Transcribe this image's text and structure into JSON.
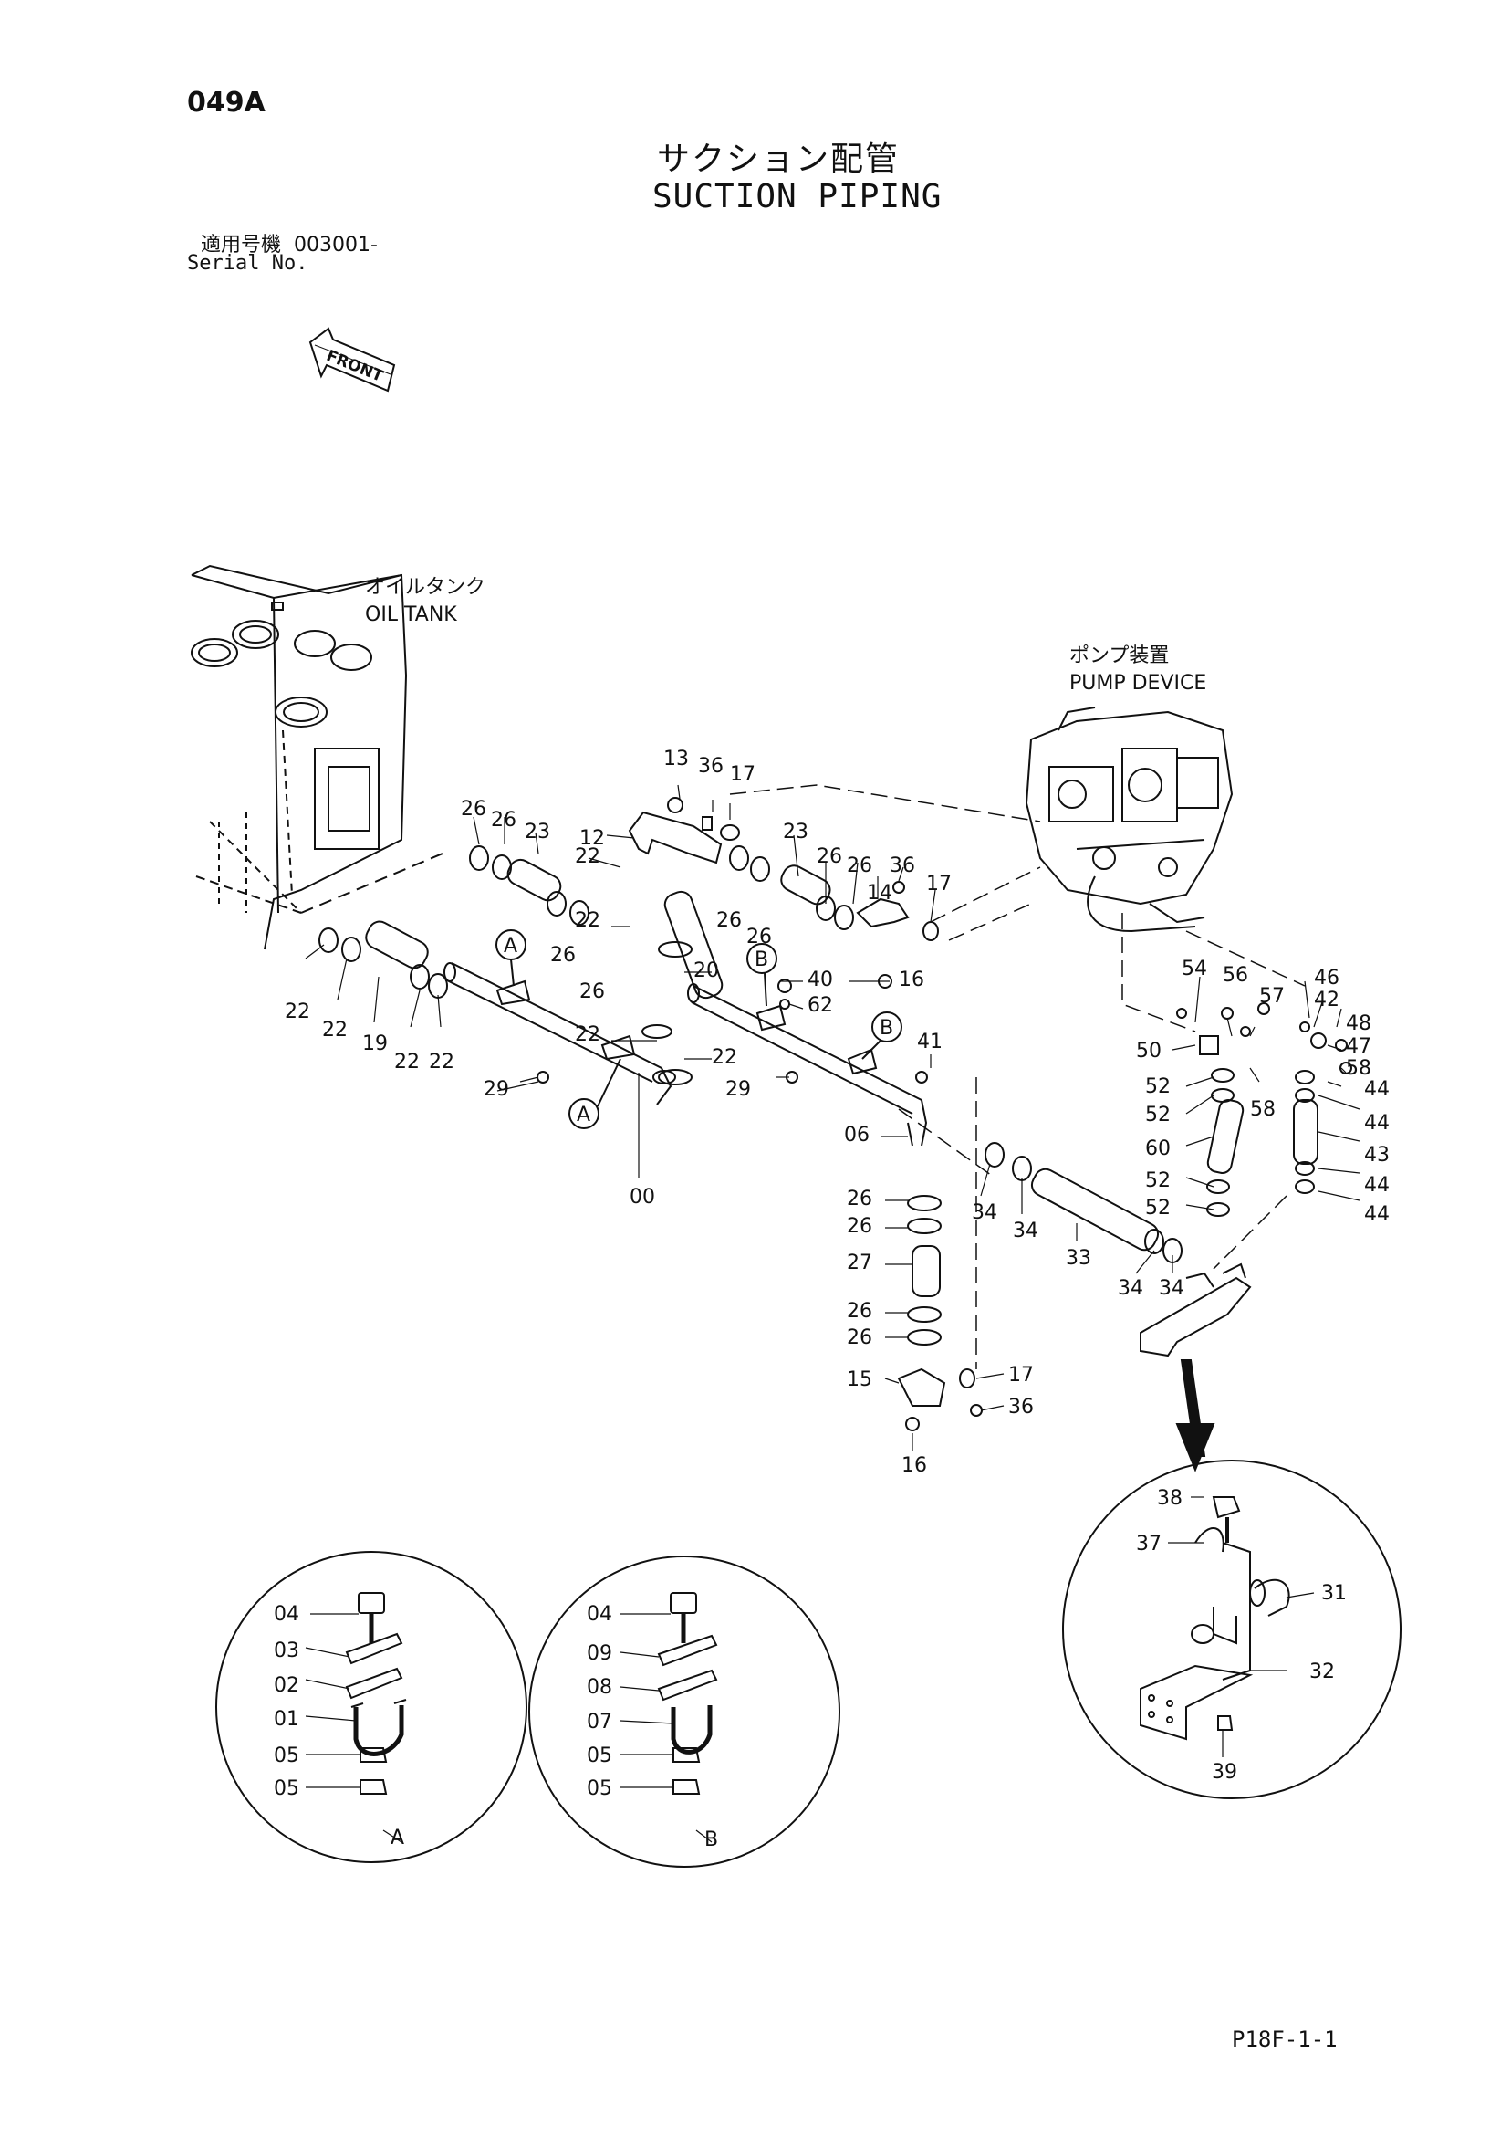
{
  "header": {
    "code": "049A",
    "title_jp": "サクション配管",
    "title_en": "SUCTION PIPING",
    "serial_label_jp": "適用号機",
    "serial_value": "003001-",
    "serial_label_en": "Serial No."
  },
  "labels": {
    "front": "FRONT",
    "oil_tank_jp": "オイルタンク",
    "oil_tank_en": "OIL TANK",
    "pump_jp": "ポンプ装置",
    "pump_en": "PUMP DEVICE",
    "detail_a": "A",
    "detail_b": "B",
    "callout_a": "A",
    "callout_b": "B"
  },
  "part_numbers": {
    "p00": "00",
    "p06": "06",
    "p12": "12",
    "p13": "13",
    "p14": "14",
    "p15": "15",
    "p16": "16",
    "p17": "17",
    "p19": "19",
    "p20": "20",
    "p22": "22",
    "p23": "23",
    "p26": "26",
    "p27": "27",
    "p29": "29",
    "p33": "33",
    "p34": "34",
    "p36": "36",
    "p40": "40",
    "p41": "41",
    "p42": "42",
    "p43": "43",
    "p44": "44",
    "p46": "46",
    "p47": "47",
    "p48": "48",
    "p50": "50",
    "p52": "52",
    "p54": "54",
    "p56": "56",
    "p57": "57",
    "p58": "58",
    "p60": "60",
    "p62": "62",
    "d01": "01",
    "d02": "02",
    "d03": "03",
    "d04": "04",
    "d05": "05",
    "d07": "07",
    "d08": "08",
    "d09": "09",
    "d31": "31",
    "d32": "32",
    "d37": "37",
    "d38": "38",
    "d39": "39"
  },
  "footer": {
    "page_id": "P18F-1-1"
  }
}
